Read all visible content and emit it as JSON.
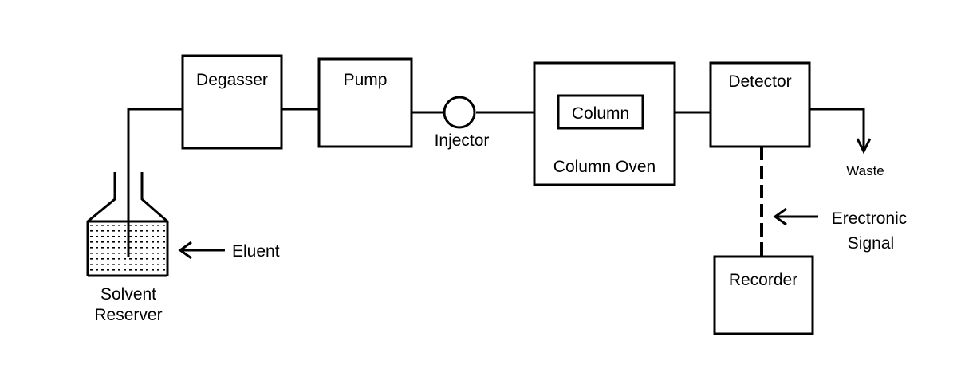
{
  "labels": {
    "degasser": "Degasser",
    "pump": "Pump",
    "injector": "Injector",
    "column": "Column",
    "column_oven": "Column Oven",
    "detector": "Detector",
    "waste": "Waste",
    "recorder": "Recorder",
    "eluent": "Eluent",
    "solvent_line1": "Solvent",
    "solvent_line2": "Reserver",
    "signal_line1": "Erectronic",
    "signal_line2": "Signal"
  },
  "colors": {
    "line": "#000000",
    "background": "#ffffff"
  }
}
